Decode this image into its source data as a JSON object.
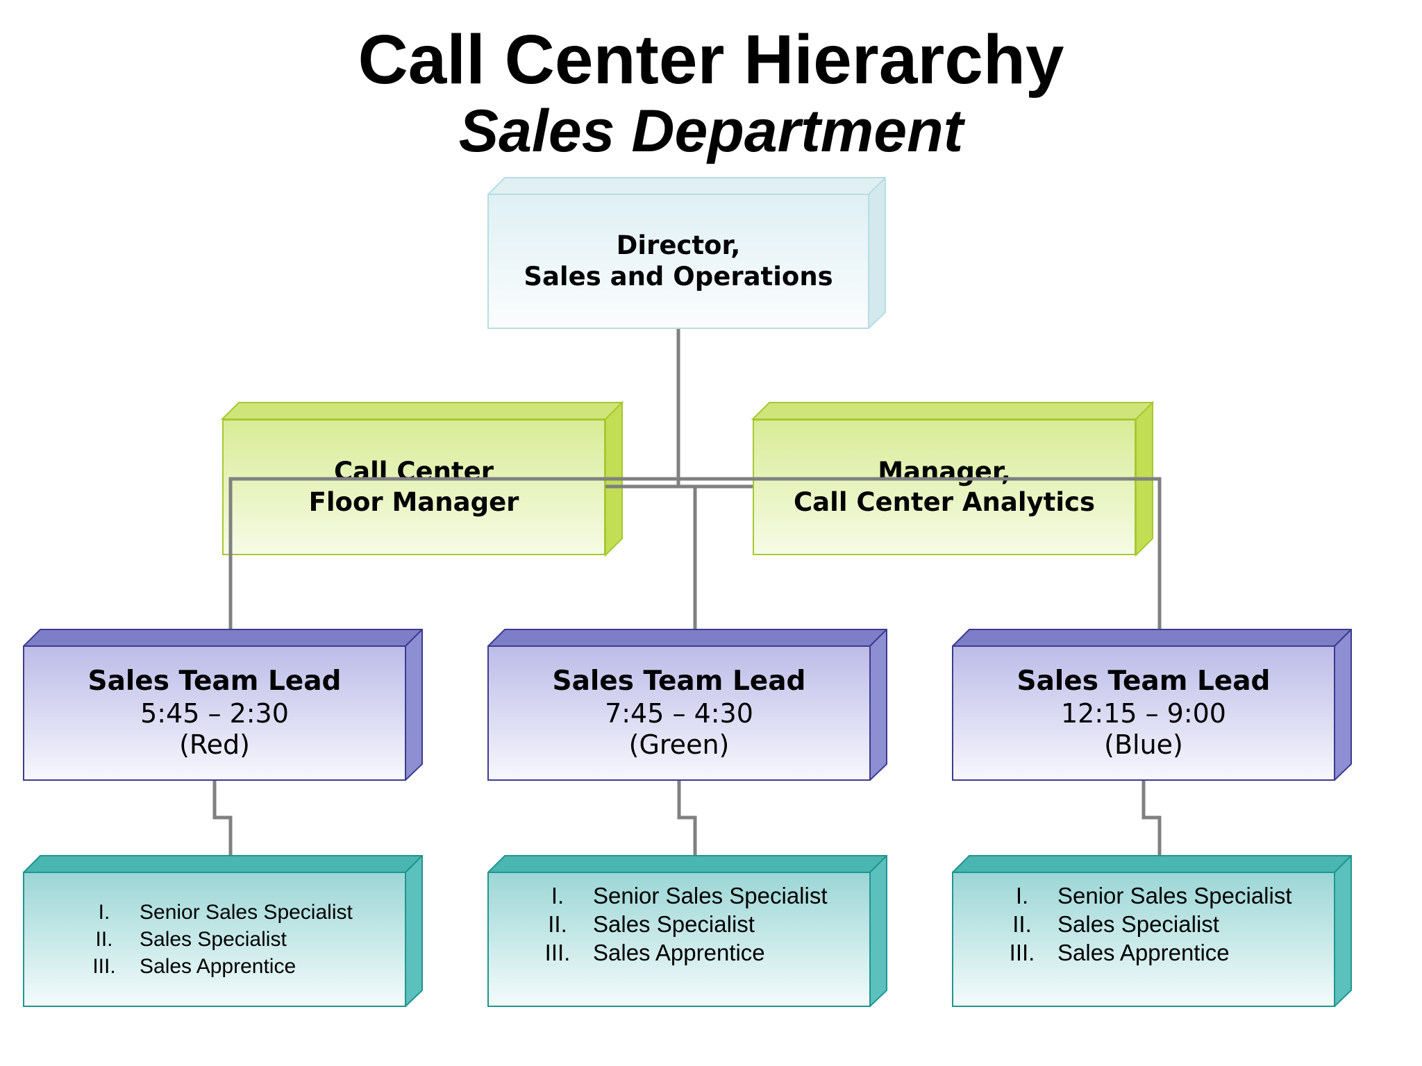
{
  "title": "Call Center Hierarchy",
  "subtitle": "Sales Department",
  "colors": {
    "director": "#e3f1f4",
    "manager": "#dbed9c",
    "lead": "#c6c6ea",
    "team": "#9fd7d7",
    "connector": "#808080"
  },
  "director": {
    "line1": "Director,",
    "line2": "Sales and Operations"
  },
  "managers": [
    {
      "line1": "Call Center",
      "line2": "Floor Manager"
    },
    {
      "line1": "Manager,",
      "line2": "Call Center Analytics"
    }
  ],
  "leads": [
    {
      "title": "Sales Team Lead",
      "hours": "5:45 – 2:30",
      "shift": "(Red)"
    },
    {
      "title": "Sales Team Lead",
      "hours": "7:45 – 4:30",
      "shift": "(Green)"
    },
    {
      "title": "Sales Team Lead",
      "hours": "12:15 – 9:00",
      "shift": "(Blue)"
    }
  ],
  "teams": [
    {
      "items": [
        {
          "num": "I.",
          "role": "Senior Sales Specialist"
        },
        {
          "num": "II.",
          "role": "Sales Specialist"
        },
        {
          "num": "III.",
          "role": "Sales Apprentice"
        }
      ]
    },
    {
      "items": [
        {
          "num": "I.",
          "role": "Senior Sales Specialist"
        },
        {
          "num": "II.",
          "role": "Sales Specialist"
        },
        {
          "num": "III.",
          "role": "Sales Apprentice"
        }
      ]
    },
    {
      "items": [
        {
          "num": "I.",
          "role": "Senior Sales Specialist"
        },
        {
          "num": "II.",
          "role": "Sales Specialist"
        },
        {
          "num": "III.",
          "role": "Sales Apprentice"
        }
      ]
    }
  ]
}
